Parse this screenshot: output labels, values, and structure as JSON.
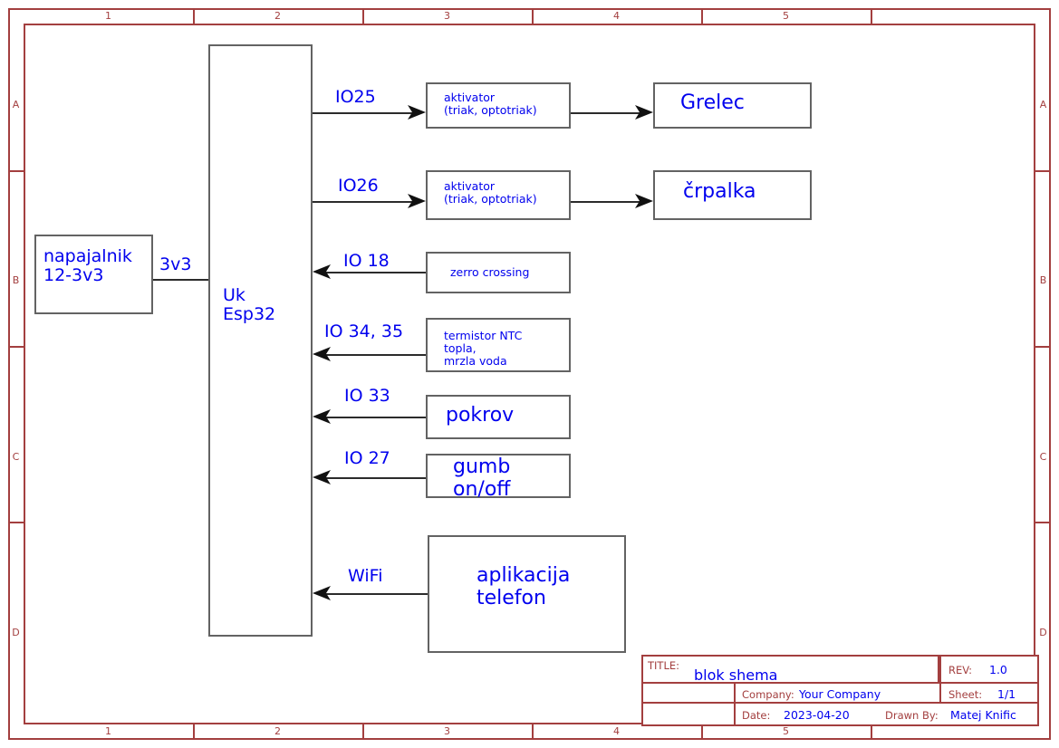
{
  "sheet": {
    "ruler_numbers": [
      "1",
      "2",
      "3",
      "4",
      "5"
    ],
    "ruler_letters": [
      "A",
      "B",
      "C",
      "D"
    ],
    "frame_color": "#a33f3f",
    "wire_color": "#2b2b2b",
    "text_color": "#0000ee",
    "box_border_color": "#636363"
  },
  "blocks": {
    "power": {
      "label": "napajalnik\n12-3v3"
    },
    "mcu": {
      "label": "Uk\nEsp32"
    },
    "actuator1": {
      "label": "aktivator\n(triak, optotriak)"
    },
    "actuator2": {
      "label": "aktivator\n(triak, optotriak)"
    },
    "heater": {
      "label": "Grelec"
    },
    "pump": {
      "label": "črpalka"
    },
    "zero_crossing": {
      "label": "zerro crossing"
    },
    "thermistor": {
      "label": "termistor NTC\ntopla,\nmrzla voda"
    },
    "lid": {
      "label": "pokrov"
    },
    "button": {
      "label": "gumb\non/off"
    },
    "phone_app": {
      "label": "aplikacija\ntelefon"
    }
  },
  "wires": {
    "power_rail": "3v3",
    "io25": "IO25",
    "io26": "IO26",
    "io18": "IO 18",
    "io3435": "IO 34, 35",
    "io33": "IO 33",
    "io27": "IO 27",
    "wifi": "WiFi"
  },
  "title_block": {
    "title_key": "TITLE:",
    "title_value": "blok shema",
    "rev_key": "REV:",
    "rev_value": "1.0",
    "company_key": "Company:",
    "company_value": "Your Company",
    "sheet_key": "Sheet:",
    "sheet_value": "1/1",
    "date_key": "Date:",
    "date_value": "2023-04-20",
    "drawn_by_key": "Drawn By:",
    "drawn_by_value": "Matej Knific"
  }
}
